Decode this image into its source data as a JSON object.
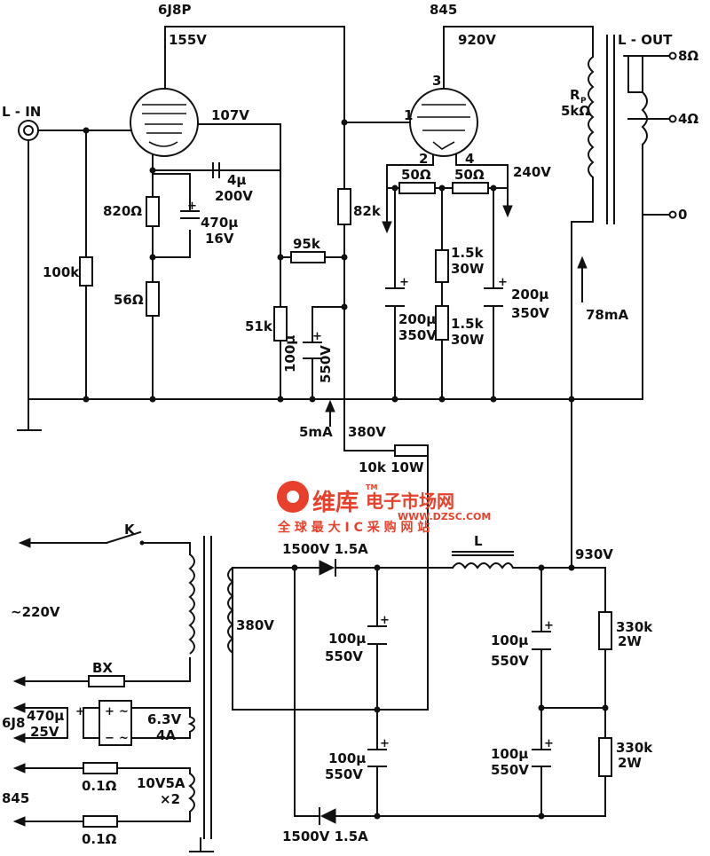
{
  "tubes": {
    "v1": "6J8P",
    "v2": "845"
  },
  "voltages": {
    "v1_anode": "155V",
    "v1_screen": "107V",
    "v2_anode": "920V",
    "v2_filament_bias": "240V",
    "supply_drop": "380V",
    "hv_out": "930V"
  },
  "currents": {
    "plate_current": "78mA",
    "driver_current": "5mA"
  },
  "pins": {
    "p1": "1",
    "p2": "2",
    "p3": "3",
    "p4": "4"
  },
  "io": {
    "input": "L - IN",
    "output": "L - OUT",
    "tap_8": "8Ω",
    "tap_4": "4Ω",
    "tap_0": "0"
  },
  "transformer": {
    "rp_label": "R",
    "rp_sub": "P",
    "rp_value": "5kΩ"
  },
  "components": {
    "r100k": "100k",
    "r820": "820Ω",
    "r56": "56Ω",
    "c4u": "4μ",
    "c4u_v": "200V",
    "c470u": "470μ",
    "c470u_v": "16V",
    "r95k": "95k",
    "r51k": "51k",
    "r82k": "82k",
    "c100u_a": "100μ",
    "c100u_a_v": "550V",
    "r50a": "50Ω",
    "r50b": "50Ω",
    "r15k_a": "1.5k",
    "r15k_a_w": "30W",
    "r15k_b": "1.5k",
    "r15k_b_w": "30W",
    "c200u_a": "200μ",
    "c200u_a_v": "350V",
    "c200u_b": "200μ",
    "c200u_b_v": "350V",
    "r10k": "10k 10W",
    "diode_top": "1500V 1.5A",
    "diode_bottom": "1500V 1.5A",
    "choke": "L",
    "c100u_b": "100μ",
    "c100u_b_v": "550V",
    "c100u_c": "100μ",
    "c100u_c_v": "550V",
    "c100u_d": "100μ",
    "c100u_d_v": "550V",
    "c100u_e": "100μ",
    "c100u_e_v": "550V",
    "r330k_a": "330k",
    "r330k_a_w": "2W",
    "r330k_b": "330k",
    "r330k_b_w": "2W"
  },
  "power": {
    "switch": "K",
    "mains": "~220V",
    "fuse": "BX",
    "sec_hv": "380V",
    "heater_6j8": "6J8",
    "c470u_heater": "470μ",
    "c470u_heater_v": "25V",
    "sec_63": "6.3V",
    "sec_63_a": "4A",
    "sec_10": "10V5A",
    "sec_10_x": "×2",
    "label_845": "845",
    "r01_a": "0.1Ω",
    "r01_b": "0.1Ω"
  },
  "watermark": {
    "brand": "维库",
    "brand2": "电子市场网",
    "url": "WWW.DZSC.COM",
    "slogan": "全 球 最 大 I C 采 购 网 站",
    "tm": "TM"
  },
  "colors": {
    "ink": "#111111",
    "watermark": "#e8402a"
  }
}
